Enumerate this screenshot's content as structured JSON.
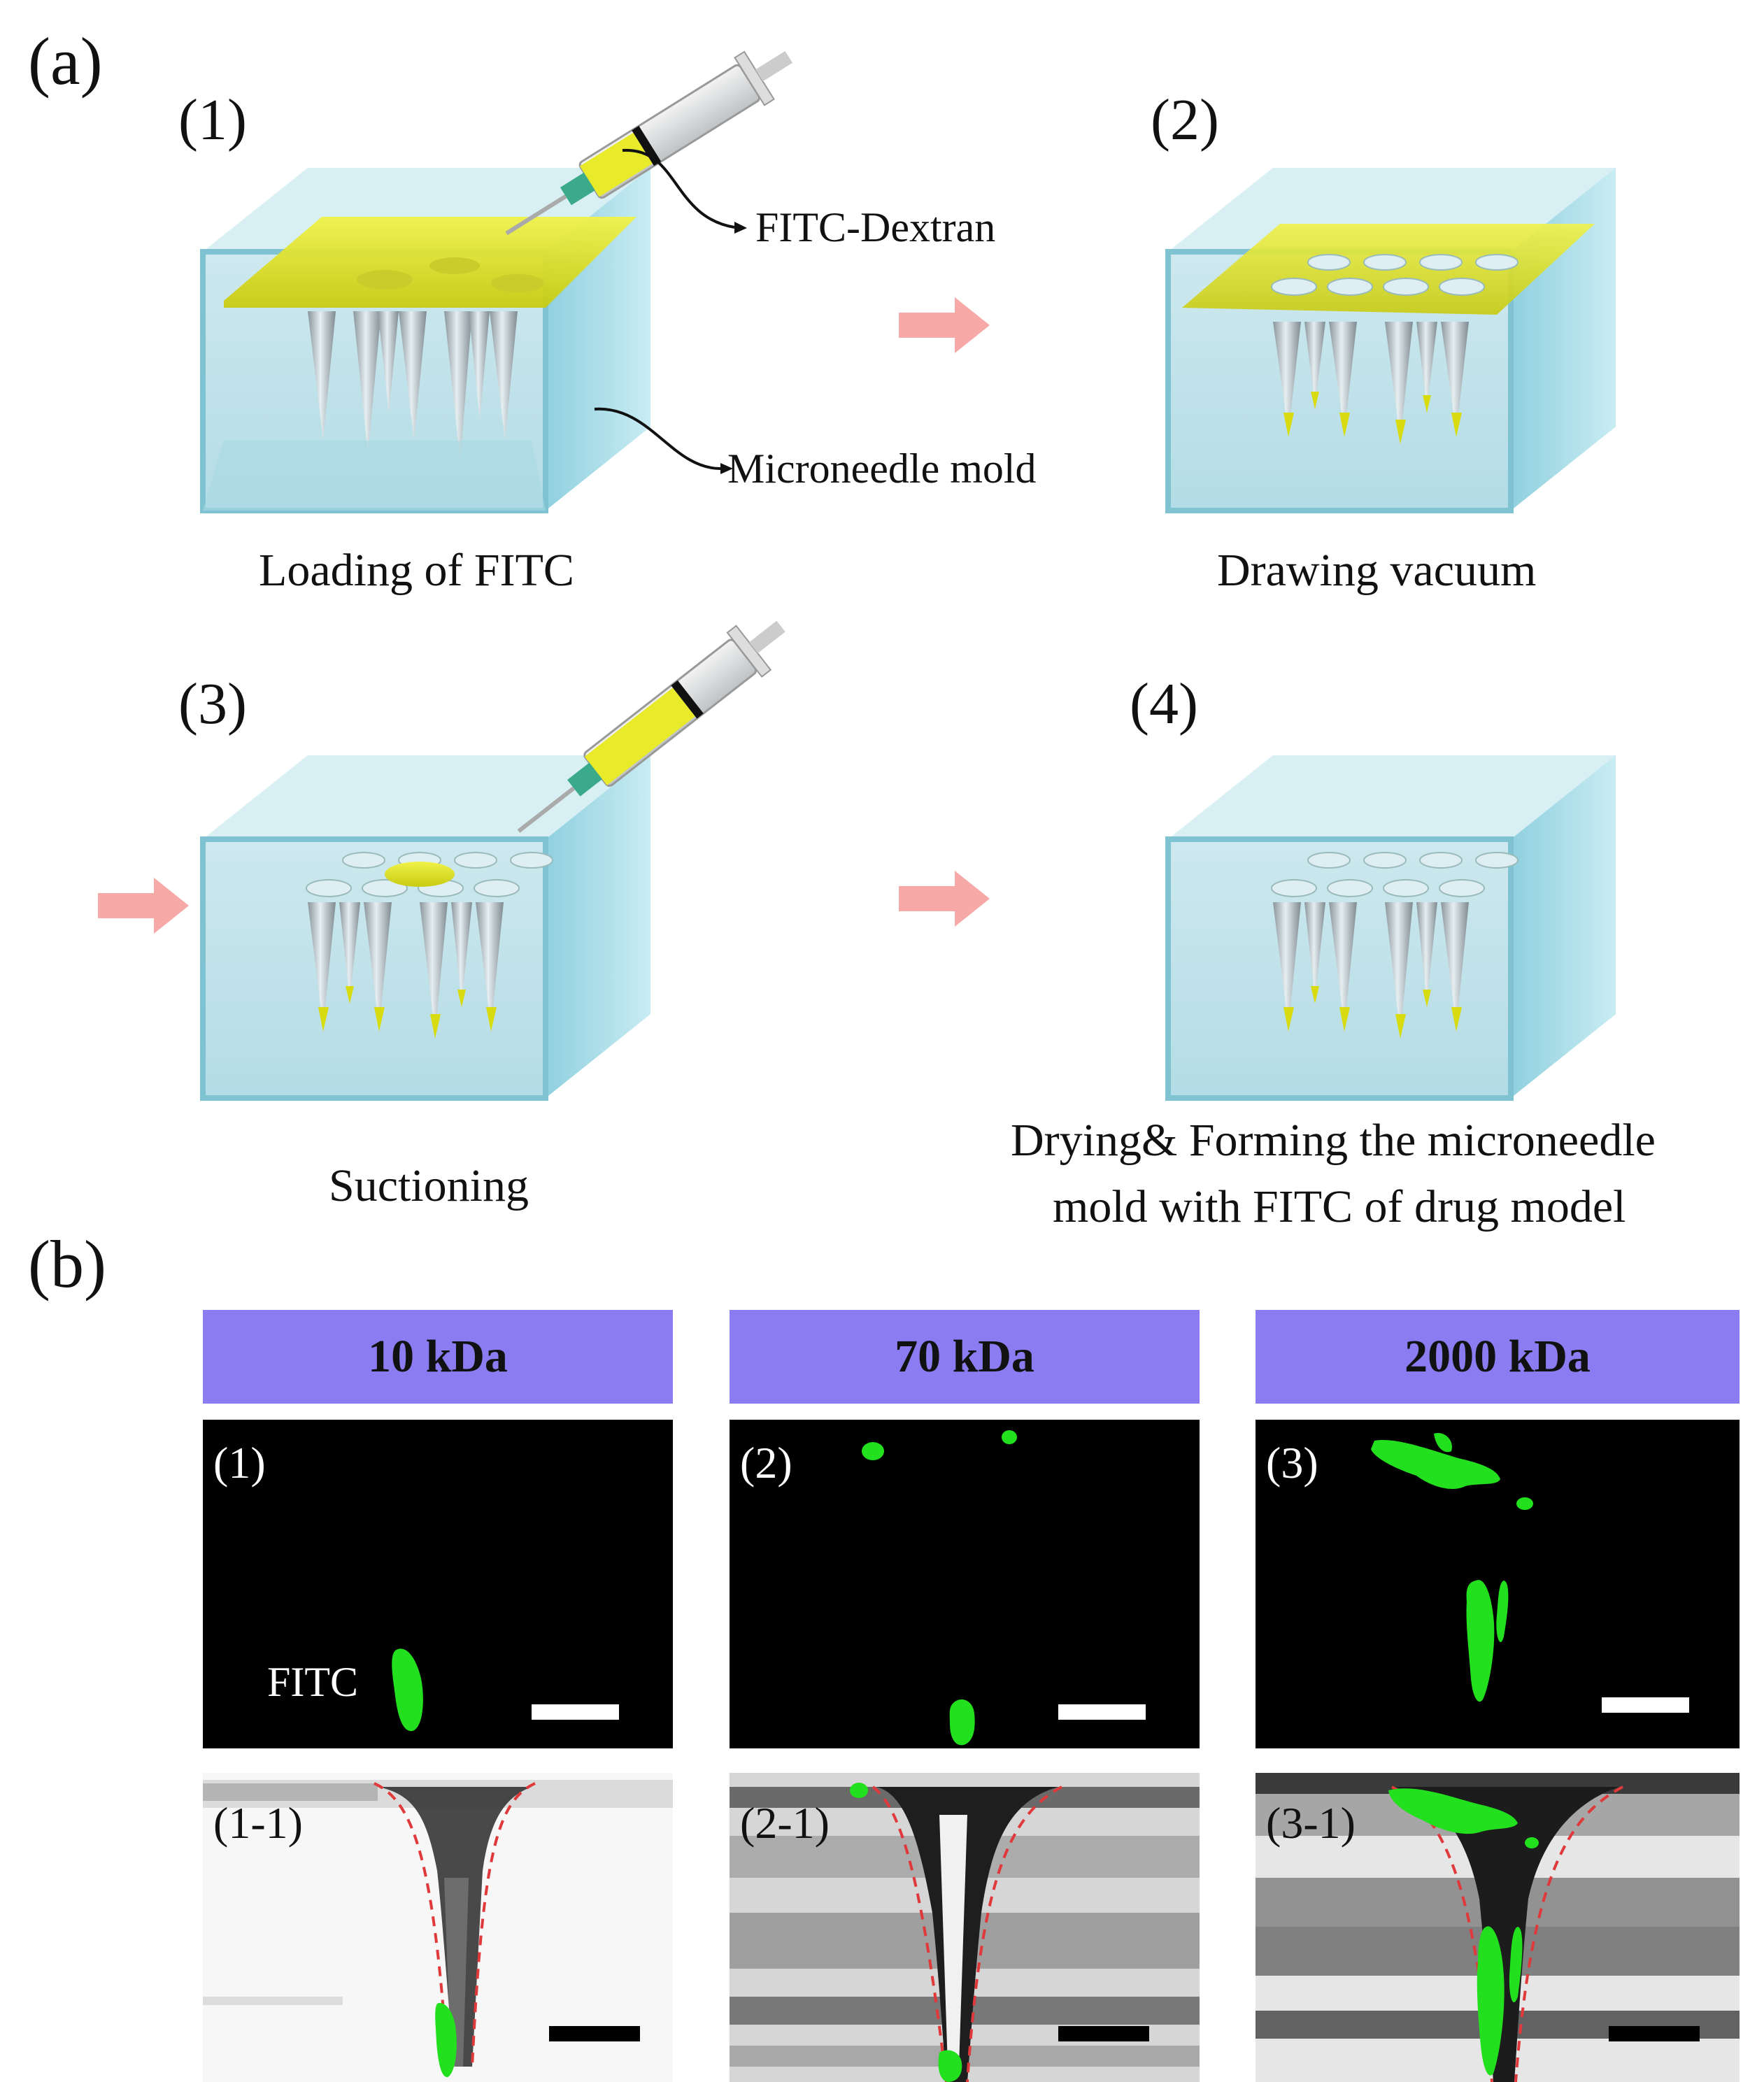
{
  "figure": {
    "panel_a_label": "(a)",
    "panel_b_label": "(b)",
    "steps": [
      {
        "num": "(1)",
        "caption": "Loading of FITC"
      },
      {
        "num": "(2)",
        "caption": "Drawing vacuum"
      },
      {
        "num": "(3)",
        "caption": "Suctioning"
      },
      {
        "num": "(4)",
        "caption_line1": "Drying& Forming the microneedle",
        "caption_line2": "mold with FITC of drug model"
      }
    ],
    "callouts": {
      "fitc_dextran": "FITC-Dextran",
      "microneedle_mold": "Microneedle mold"
    },
    "columns": [
      {
        "header": "10 kDa",
        "top_label": "(1)",
        "bottom_label": "(1-1)",
        "fitc_label": "FITC"
      },
      {
        "header": "70 kDa",
        "top_label": "(2)",
        "bottom_label": "(2-1)"
      },
      {
        "header": "2000 kDa",
        "top_label": "(3)",
        "bottom_label": "(3-1)"
      }
    ],
    "colors": {
      "header_bar": "#8b7cf2",
      "fluorescence": "#22e01e",
      "arrow": "#f6a9a6",
      "mold_glass": "#b7dde6",
      "fitc_liquid": "#dfe21a",
      "outline_dash": "#e0393b"
    }
  }
}
